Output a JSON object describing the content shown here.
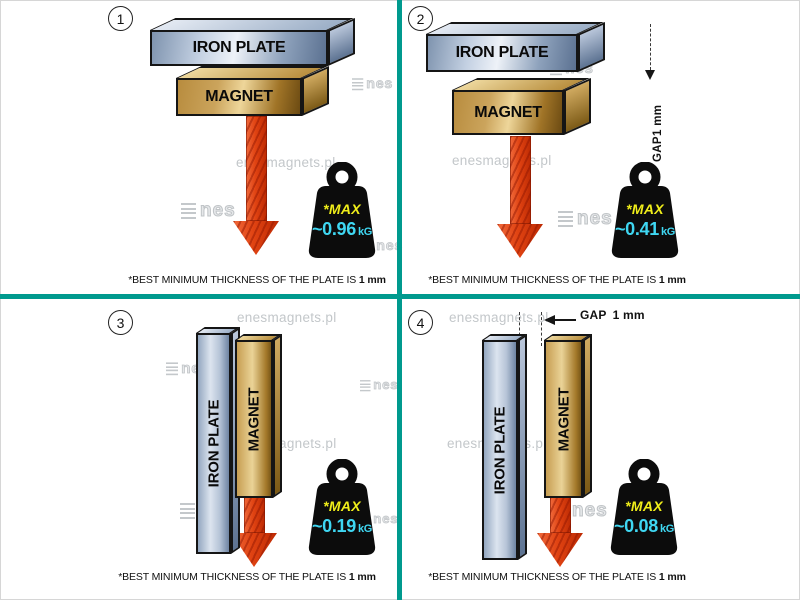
{
  "brand": {
    "watermark_url": "enesmagnets.pl",
    "logo_text": "nes"
  },
  "labels": {
    "iron_plate": "IRON PLATE",
    "magnet": "MAGNET",
    "max": "*MAX",
    "unit": "kG",
    "gap": "GAP",
    "gap_value": "1 mm"
  },
  "footnote": {
    "text": "*BEST MINIMUM THICKNESS OF THE PLATE IS ",
    "bold": "1 mm"
  },
  "panels": [
    {
      "number": "1",
      "layout": "plate on top of magnet, contact",
      "max_value": "~0.96"
    },
    {
      "number": "2",
      "layout": "plate above magnet with 1 mm gap",
      "max_value": "~0.41"
    },
    {
      "number": "3",
      "layout": "vertical plate beside magnet, contact",
      "max_value": "~0.19"
    },
    {
      "number": "4",
      "layout": "vertical plate beside magnet with 1 mm gap",
      "max_value": "~0.08"
    }
  ],
  "colors": {
    "divider_teal": "#009a8e",
    "magnet_gold": "#c49a50",
    "plate_steel": "#9db0c9",
    "arrow_red": "#d93005",
    "weight_black": "#0c0c0c",
    "max_yellow": "#f0ee1a",
    "value_cyan": "#3fd7f2",
    "watermark_gray": "#c4c8cb"
  }
}
